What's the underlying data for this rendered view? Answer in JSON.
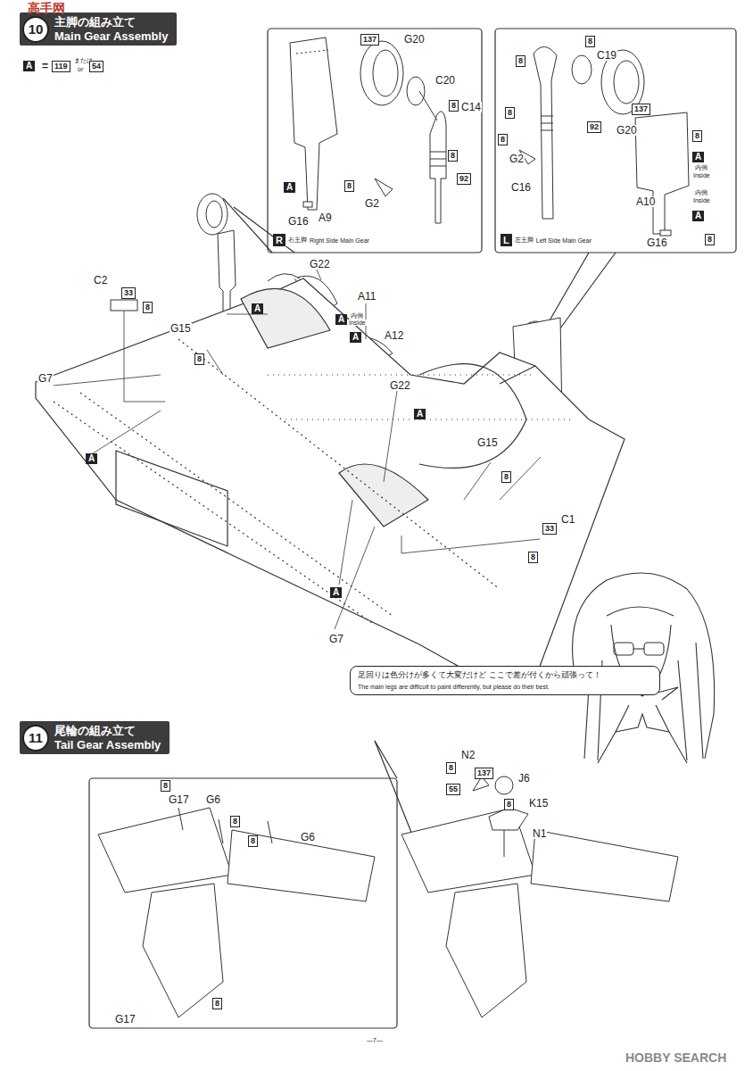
{
  "diagram": {
    "nodes": [
      {
        "text": [
          "10",
          "主脚の組み立て",
          "Main Gear Assembly"
        ]
      },
      {
        "text": [
          "R",
          "右主脚",
          "Right Side Main Gear"
        ]
      },
      {
        "text": [
          "L",
          "左主脚",
          "Left Side Main Gear"
        ]
      },
      {
        "text": [
          "足回りは色分けが多くて大変だけど ここで差が付くから頑張って！",
          "The main legs are difficult to paint differently, but please do their best."
        ]
      },
      {
        "text": [
          "11",
          "尾輪の組み立て",
          "Tail Gear Assembly"
        ]
      }
    ],
    "labels": [
      "高手网",
      "A",
      "=",
      "119",
      "または",
      "or",
      "54",
      "137",
      "G20",
      "C20",
      "8",
      "C14",
      "8",
      "92",
      "8",
      "G2",
      "A",
      "G16",
      "A9",
      "8",
      "C19",
      "8",
      "G20",
      "137",
      "8",
      "92",
      "8",
      "G2",
      "C16",
      "8",
      "A",
      "内側",
      "Inside",
      "A10",
      "内側",
      "Inside",
      "A",
      "G16",
      "8",
      "C2",
      "33",
      "8",
      "G22",
      "A11",
      "A",
      "A",
      "内側",
      "Inside",
      "G15",
      "8",
      "A12",
      "A",
      "G22",
      "A",
      "G7",
      "A",
      "G15",
      "8",
      "C1",
      "33",
      "8",
      "A",
      "G7",
      "8",
      "G17",
      "G6",
      "8",
      "G6",
      "8",
      "G17",
      "8",
      "N2",
      "8",
      "137",
      "J6",
      "55",
      "8",
      "K15",
      "N1",
      "—7—",
      "HOBBY SEARCH"
    ]
  }
}
